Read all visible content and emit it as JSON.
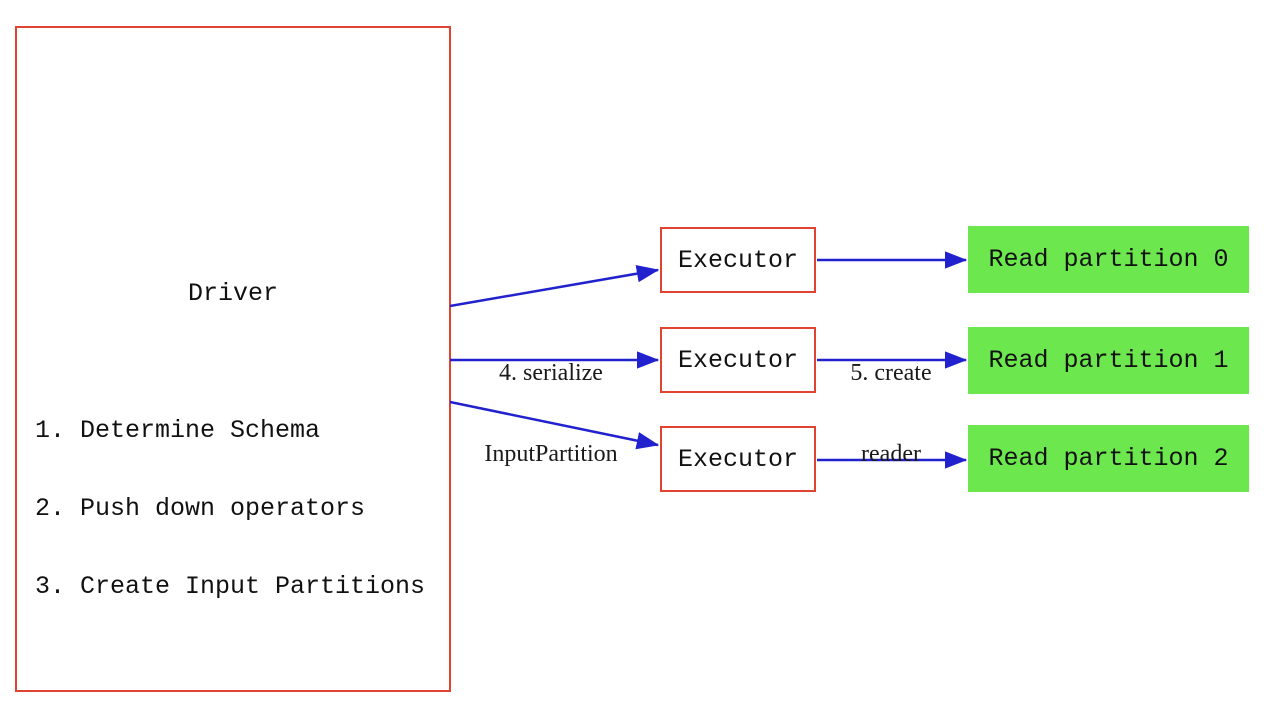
{
  "diagram": {
    "driver": {
      "title": "Driver",
      "steps": [
        "1. Determine Schema",
        "2. Push down operators",
        "3. Create Input Partitions"
      ]
    },
    "executors": [
      {
        "label": "Executor"
      },
      {
        "label": "Executor"
      },
      {
        "label": "Executor"
      }
    ],
    "partitions": [
      {
        "label": "Read partition 0"
      },
      {
        "label": "Read partition 1"
      },
      {
        "label": "Read partition 2"
      }
    ],
    "edge_labels": {
      "serialize": {
        "line1": "4. serialize",
        "line2": "InputPartition"
      },
      "create_reader": {
        "line1": "5. create",
        "line2": "reader"
      }
    },
    "colors": {
      "box_border": "#e0432f",
      "arrow": "#2122ce",
      "partition_fill": "#6ce84e",
      "text": "#111111"
    }
  }
}
